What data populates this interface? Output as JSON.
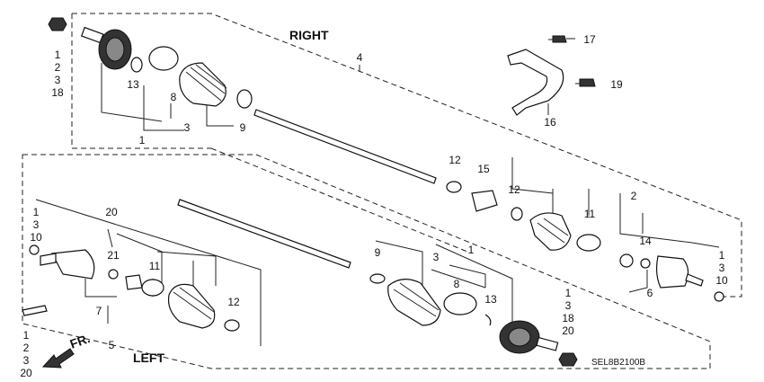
{
  "diagram": {
    "right_label": "RIGHT",
    "left_label": "LEFT",
    "front_label": "FR.",
    "code": "SEL8B2100B",
    "callouts": {
      "top_left_stack": [
        "1",
        "2",
        "3",
        "18"
      ],
      "c13_top": "13",
      "c8_top": "8",
      "c3_top": "3",
      "c9_top": "9",
      "c1_top": "1",
      "c4": "4",
      "c17": "17",
      "c19": "19",
      "c16": "16",
      "c12_a": "12",
      "c15": "15",
      "c12_b": "12",
      "c11_right": "11",
      "c2": "2",
      "c14": "14",
      "right_stack": [
        "1",
        "3",
        "10"
      ],
      "c6": "6",
      "left_stack_top": [
        "1",
        "3",
        "10"
      ],
      "c20": "20",
      "c21": "21",
      "c11_left": "11",
      "c12_left": "12",
      "c7": "7",
      "c5": "5",
      "left_stack_bottom": [
        "1",
        "2",
        "3",
        "20"
      ],
      "c9_mid": "9",
      "c3_mid": "3",
      "c1_mid": "1",
      "c8_mid": "8",
      "c13_mid": "13",
      "mid_stack": [
        "1",
        "3",
        "18",
        "20"
      ]
    }
  }
}
